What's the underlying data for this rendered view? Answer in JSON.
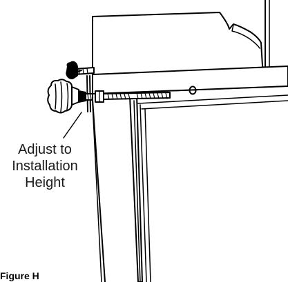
{
  "callout": {
    "line1": "Adjust to",
    "line2": "Installation",
    "line3": "Height"
  },
  "figure_label": "Figure H",
  "colors": {
    "ink": "#000000",
    "paper": "#ffffff"
  },
  "icons": {
    "small_knob": "star-knob-icon",
    "large_knob": "star-knob-icon",
    "rod": "threaded-rod-icon"
  }
}
